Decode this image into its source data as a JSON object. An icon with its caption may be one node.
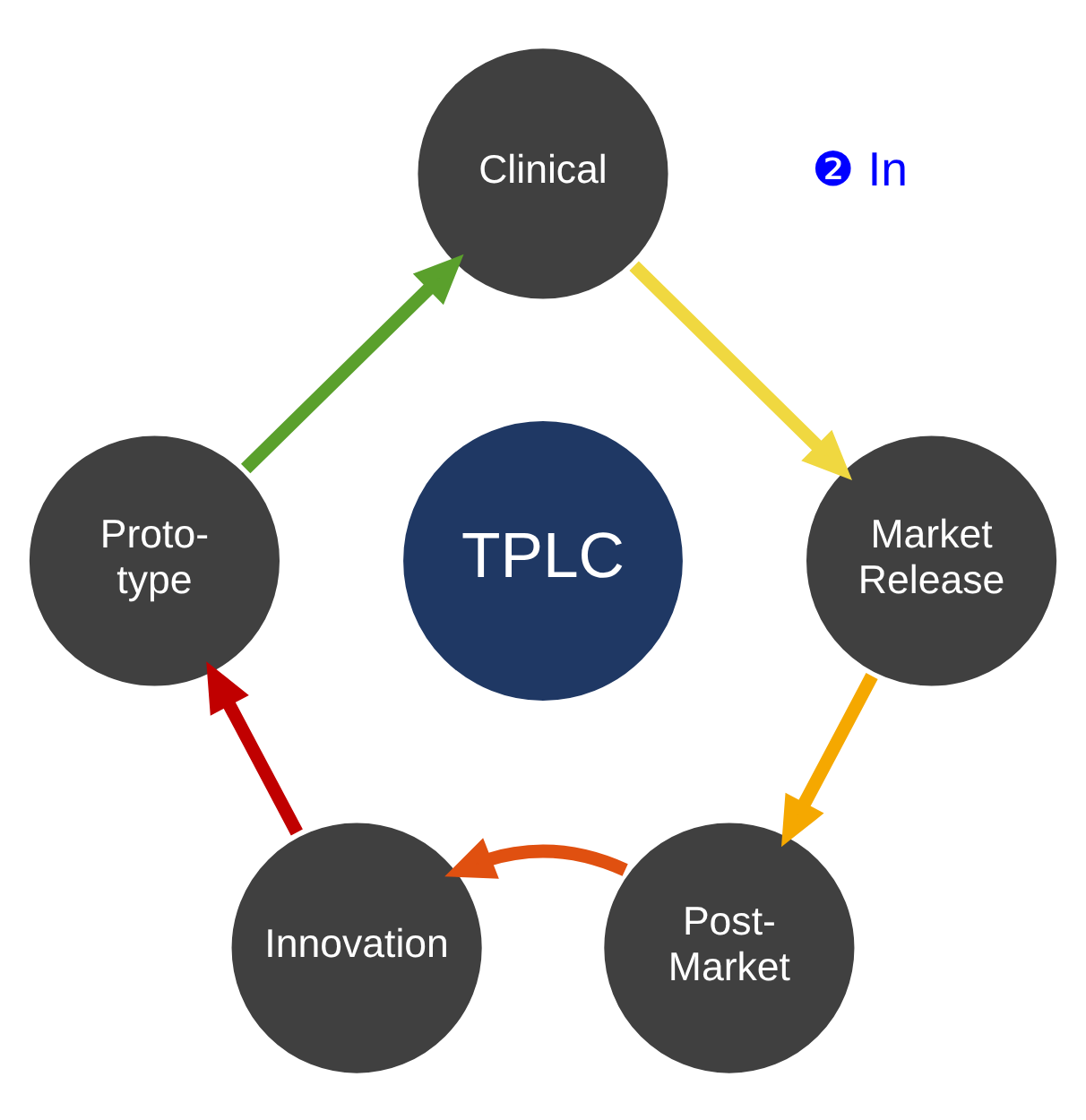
{
  "diagram": {
    "nodes": [
      {
        "text": [
          "Clinical"
        ]
      },
      {
        "text": [
          "Proto- type"
        ]
      },
      {
        "text": [
          "TPLC"
        ]
      },
      {
        "text": [
          "Market Release"
        ]
      },
      {
        "text": [
          "Innovation"
        ]
      },
      {
        "text": [
          "Post- Market"
        ]
      }
    ],
    "edges": [
      {
        "from": 4,
        "to": 1,
        "arrow": "to",
        "color": "#c00000"
      },
      {
        "from": 1,
        "to": 0,
        "arrow": "to",
        "color": "#5aa02c"
      },
      {
        "from": 0,
        "to": 3,
        "arrow": "to",
        "color": "#f0d840"
      },
      {
        "from": 3,
        "to": 5,
        "arrow": "to",
        "color": "#f5a800"
      },
      {
        "from": 5,
        "to": 4,
        "arrow": "to",
        "color": "#e05010"
      }
    ],
    "labels": [
      "❷ In"
    ]
  }
}
